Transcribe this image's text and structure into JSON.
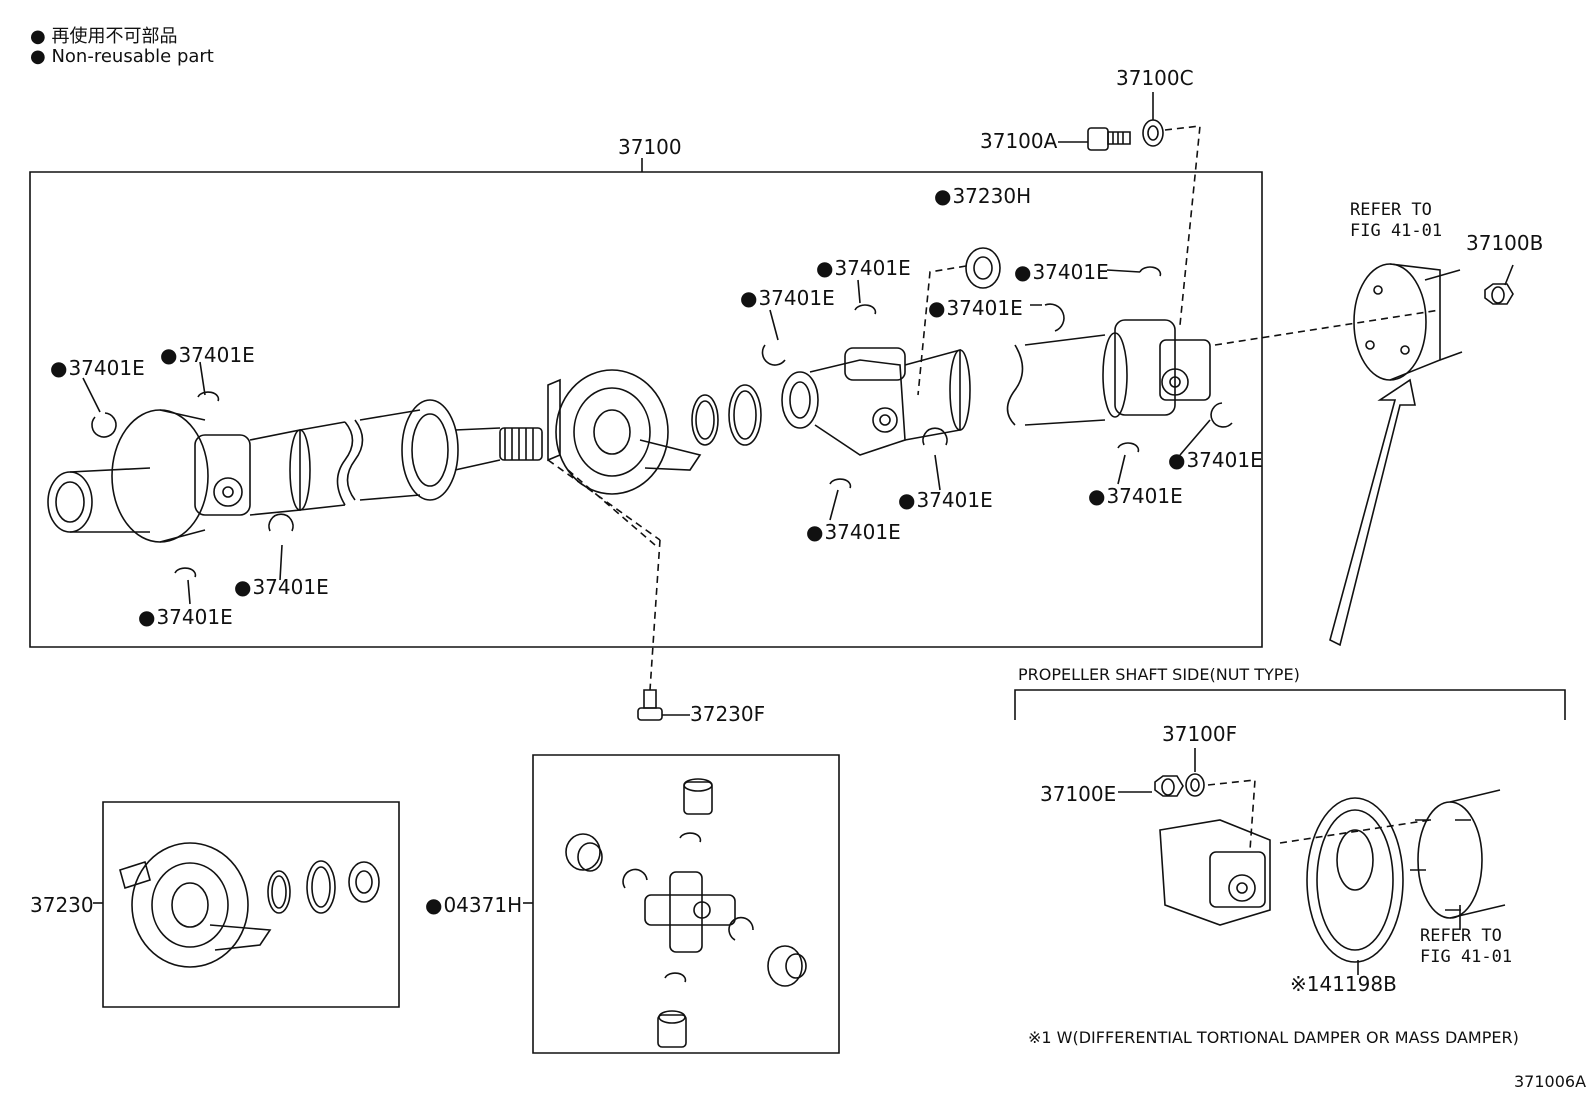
{
  "legend": {
    "jp": "再使用不可部品",
    "en": "Non-reusable part"
  },
  "labels": {
    "p37100": "37100",
    "p37100C": "37100C",
    "p37100A": "37100A",
    "p37230H": "37230H",
    "p37401E": "37401E",
    "p37100B": "37100B",
    "p37230F": "37230F",
    "p37230": "37230",
    "p04371H": "04371H",
    "p37100F": "37100F",
    "p37100E": "37100E",
    "p41198B": "※141198B"
  },
  "notes": {
    "refer1": "REFER TO\nFIG 41-01",
    "refer2": "REFER TO\nFIG 41-01",
    "side": "PROPELLER SHAFT SIDE(NUT TYPE)",
    "footnote": "※1 W(DIFFERENTIAL TORTIONAL DAMPER OR MASS DAMPER)",
    "fig_id": "371006A"
  }
}
